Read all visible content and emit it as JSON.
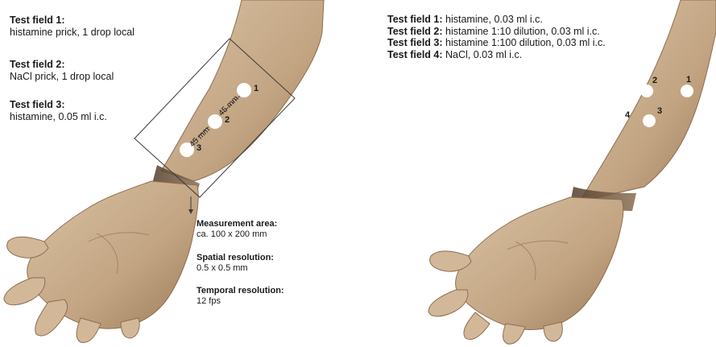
{
  "left": {
    "fields": [
      {
        "title": "Test field 1:",
        "desc": "histamine prick, 1 drop local"
      },
      {
        "title": "Test field 2:",
        "desc": "NaCl prick, 1 drop local"
      },
      {
        "title": "Test field 3:",
        "desc": "histamine, 0.05 ml i.c."
      }
    ],
    "distance_labels": [
      "45 mm",
      "45 mm"
    ],
    "spot_labels": [
      "1",
      "2",
      "3"
    ],
    "specs": [
      {
        "title": "Measurement area:",
        "value": "ca. 100 x 200 mm"
      },
      {
        "title": "Spatial resolution:",
        "value": "0.5 x 0.5 mm"
      },
      {
        "title": "Temporal resolution:",
        "value": "12 fps"
      }
    ]
  },
  "right": {
    "fields": [
      {
        "title": "Test field 1:",
        "desc": "histamine, 0.03 ml i.c."
      },
      {
        "title": "Test field 2:",
        "desc": "histamine 1:10 dilution, 0.03 ml i.c."
      },
      {
        "title": "Test field 3:",
        "desc": "histamine 1:100 dilution, 0.03 ml i.c."
      },
      {
        "title": "Test field 4:",
        "desc": "NaCl, 0.03 ml i.c."
      }
    ],
    "spot_labels": [
      "1",
      "2",
      "3",
      "4"
    ]
  },
  "colors": {
    "skin": "#c8ad8f",
    "skin_dark": "#6e5740",
    "spot": "#ffffff"
  }
}
